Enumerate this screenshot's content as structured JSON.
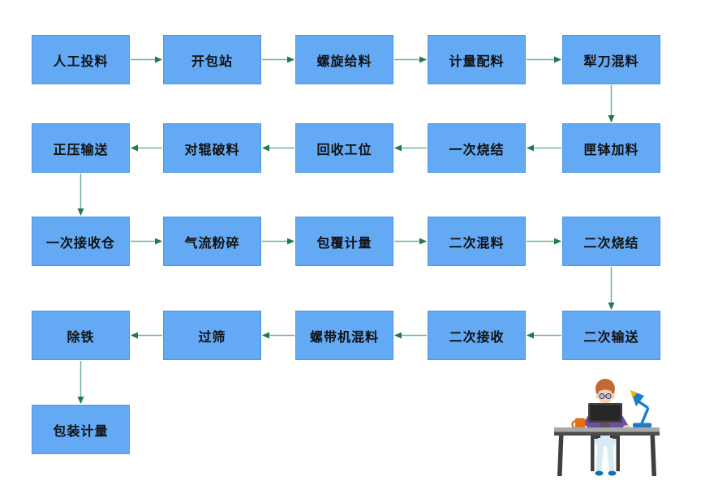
{
  "diagram": {
    "nodes": [
      {
        "id": "manual-feeding",
        "label": "人工投料",
        "col": 0,
        "row": 0
      },
      {
        "id": "unpacking-station",
        "label": "开包站",
        "col": 1,
        "row": 0
      },
      {
        "id": "screw-feeding",
        "label": "螺旋给料",
        "col": 2,
        "row": 0
      },
      {
        "id": "metering-batching",
        "label": "计量配料",
        "col": 3,
        "row": 0
      },
      {
        "id": "plow-mixing",
        "label": "犁刀混料",
        "col": 4,
        "row": 0
      },
      {
        "id": "sagger-loading",
        "label": "匣钵加料",
        "col": 4,
        "row": 1
      },
      {
        "id": "primary-sintering",
        "label": "一次烧结",
        "col": 3,
        "row": 1
      },
      {
        "id": "recovery-station",
        "label": "回收工位",
        "col": 2,
        "row": 1
      },
      {
        "id": "roller-crushing",
        "label": "对辊破料",
        "col": 1,
        "row": 1
      },
      {
        "id": "positive-pressure-conveying",
        "label": "正压输送",
        "col": 0,
        "row": 1
      },
      {
        "id": "primary-receiving-bin",
        "label": "一次接收仓",
        "col": 0,
        "row": 2
      },
      {
        "id": "jet-milling",
        "label": "气流粉碎",
        "col": 1,
        "row": 2
      },
      {
        "id": "coating-metering",
        "label": "包覆计量",
        "col": 2,
        "row": 2
      },
      {
        "id": "secondary-mixing",
        "label": "二次混料",
        "col": 3,
        "row": 2
      },
      {
        "id": "secondary-sintering",
        "label": "二次烧结",
        "col": 4,
        "row": 2
      },
      {
        "id": "secondary-conveying",
        "label": "二次输送",
        "col": 4,
        "row": 3
      },
      {
        "id": "secondary-receiving",
        "label": "二次接收",
        "col": 3,
        "row": 3
      },
      {
        "id": "ribbon-mixer-mixing",
        "label": "螺带机混料",
        "col": 2,
        "row": 3
      },
      {
        "id": "sieving",
        "label": "过筛",
        "col": 1,
        "row": 3
      },
      {
        "id": "iron-removal",
        "label": "除铁",
        "col": 0,
        "row": 3
      },
      {
        "id": "packaging-metering",
        "label": "包装计量",
        "col": 0,
        "row": 4
      }
    ],
    "edges": [
      {
        "from": "manual-feeding",
        "to": "unpacking-station"
      },
      {
        "from": "unpacking-station",
        "to": "screw-feeding"
      },
      {
        "from": "screw-feeding",
        "to": "metering-batching"
      },
      {
        "from": "metering-batching",
        "to": "plow-mixing"
      },
      {
        "from": "plow-mixing",
        "to": "sagger-loading"
      },
      {
        "from": "sagger-loading",
        "to": "primary-sintering"
      },
      {
        "from": "primary-sintering",
        "to": "recovery-station"
      },
      {
        "from": "recovery-station",
        "to": "roller-crushing"
      },
      {
        "from": "roller-crushing",
        "to": "positive-pressure-conveying"
      },
      {
        "from": "positive-pressure-conveying",
        "to": "primary-receiving-bin"
      },
      {
        "from": "primary-receiving-bin",
        "to": "jet-milling"
      },
      {
        "from": "jet-milling",
        "to": "coating-metering"
      },
      {
        "from": "coating-metering",
        "to": "secondary-mixing"
      },
      {
        "from": "secondary-mixing",
        "to": "secondary-sintering"
      },
      {
        "from": "secondary-sintering",
        "to": "secondary-conveying"
      },
      {
        "from": "secondary-conveying",
        "to": "secondary-receiving"
      },
      {
        "from": "secondary-receiving",
        "to": "ribbon-mixer-mixing"
      },
      {
        "from": "ribbon-mixer-mixing",
        "to": "sieving"
      },
      {
        "from": "sieving",
        "to": "iron-removal"
      },
      {
        "from": "iron-removal",
        "to": "packaging-metering"
      }
    ]
  },
  "illustration": {
    "name": "person-working-at-desk"
  },
  "colors": {
    "box_fill": "#64a9f3",
    "box_border": "#4e95e6",
    "box_text": "#111111",
    "arrow_line": "#74b494",
    "arrow_head": "#1e7c4b",
    "desk_gray": "#a8a8a8",
    "desk_dark": "#4c4c4c",
    "frame_dark": "#3f3f3f",
    "monitor": "#404040",
    "screen": "#262626",
    "shirt_purple": "#6f4fa0",
    "skin": "#f2d3b6",
    "hair_orange": "#c06b36",
    "pants_blue": "#d8eaf4",
    "shoe_blue": "#1070b8",
    "mug_orange": "#e4701a",
    "lamp_blue": "#1b7cc9",
    "lamp_yellow": "#f2b705"
  }
}
